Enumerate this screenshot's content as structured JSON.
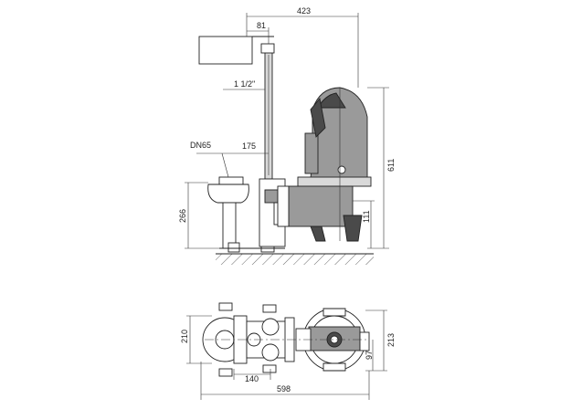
{
  "dimensions": {
    "total_length_top": "423",
    "rail_offset": "81",
    "pipe_size": "1 1/2\"",
    "flange_label": "DN65",
    "flange_offset": "175",
    "total_height": "611",
    "base_height": "266",
    "outlet_height": "111",
    "width_210": "210",
    "width_213": "213",
    "depth_97": "97",
    "spacing_140": "140",
    "total_length_bottom": "598"
  }
}
